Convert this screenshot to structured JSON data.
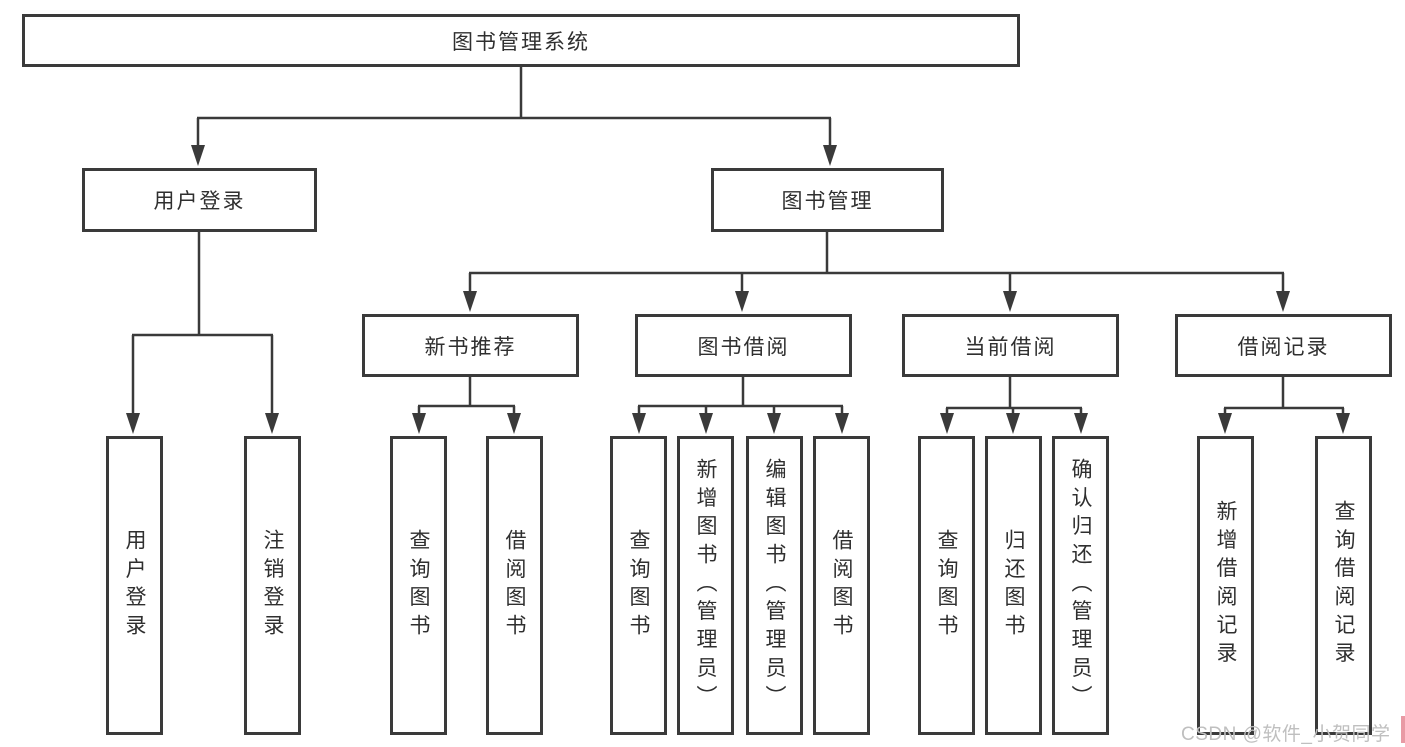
{
  "tree": {
    "label": "图书管理系统",
    "children": [
      {
        "label": "用户登录",
        "children": [
          {
            "label": "用户登录"
          },
          {
            "label": "注销登录"
          }
        ]
      },
      {
        "label": "图书管理",
        "children": [
          {
            "label": "新书推荐",
            "children": [
              {
                "label": "查询图书"
              },
              {
                "label": "借阅图书"
              }
            ]
          },
          {
            "label": "图书借阅",
            "children": [
              {
                "label": "查询图书"
              },
              {
                "label": "新增图书（管理员）"
              },
              {
                "label": "编辑图书（管理员）"
              },
              {
                "label": "借阅图书"
              }
            ]
          },
          {
            "label": "当前借阅",
            "children": [
              {
                "label": "查询图书"
              },
              {
                "label": "归还图书"
              },
              {
                "label": "确认归还（管理员）"
              }
            ]
          },
          {
            "label": "借阅记录",
            "children": [
              {
                "label": "新增借阅记录"
              },
              {
                "label": "查询借阅记录"
              }
            ]
          }
        ]
      }
    ]
  },
  "watermark": {
    "text": "CSDN @软件_小贺同学"
  },
  "colors": {
    "line": "#3a3a3a",
    "text": "#2f2f2f",
    "box_fill": "#ffffff",
    "background": "#ffffff",
    "watermark": "#bfbfbf"
  }
}
